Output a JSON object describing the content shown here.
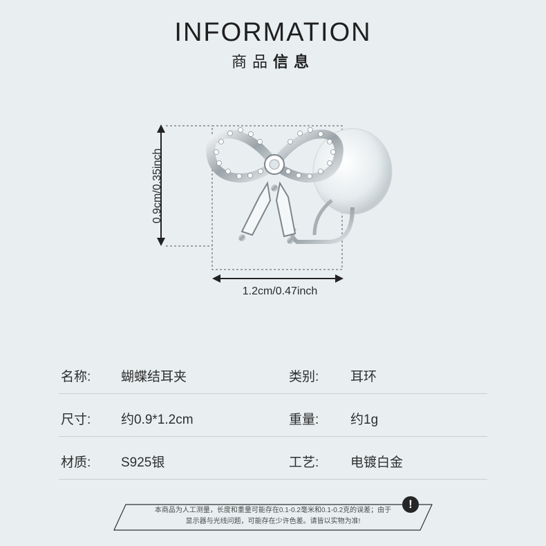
{
  "header": {
    "title": "INFORMATION",
    "subtitle_regular": "商品",
    "subtitle_bold": "信息"
  },
  "dimensions": {
    "height_label": "0.9cm/0.35inch",
    "width_label": "1.2cm/0.47inch"
  },
  "specs": [
    {
      "label1": "名称:",
      "value1": "蝴蝶结耳夹",
      "label2": "类别:",
      "value2": "耳环"
    },
    {
      "label1": "尺寸:",
      "value1": "约0.9*1.2cm",
      "label2": "重量:",
      "value2": "约1g"
    },
    {
      "label1": "材质:",
      "value1": "S925银",
      "label2": "工艺:",
      "value2": "电镀白金"
    }
  ],
  "notice": {
    "line1": "本商品为人工测量，长度和重量可能存在0.1-0.2毫米和0.1-0.2克的误差；由于",
    "line2": "显示器与光线问题，可能存在少许色差。请皆以实物为准!",
    "icon": "warning-icon"
  },
  "colors": {
    "background": "#e9eff1",
    "text": "#2e2e2e",
    "divider": "#c8ced1"
  }
}
